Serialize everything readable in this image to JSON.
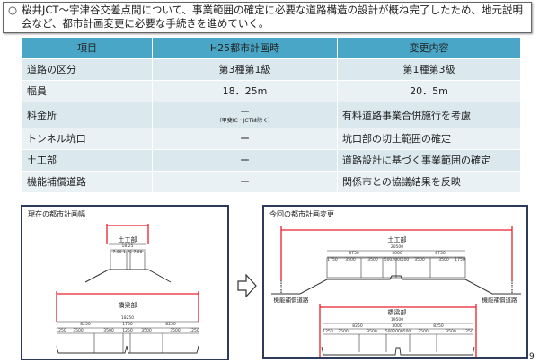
{
  "summary": {
    "bullet": "○",
    "text": "桜井JCT～宇津谷交差点間について、事業範囲の確定に必要な道路構造の設計が概ね完了したため、地元説明会など、都市計画変更に必要な手続きを進めていく。"
  },
  "table": {
    "headers": [
      "項目",
      "H25都市計画時",
      "変更内容"
    ],
    "rows": [
      {
        "item": "道路の区分",
        "before": "第3種第1級",
        "after": "第1種第3級"
      },
      {
        "item": "幅員",
        "before": "18．25m",
        "after": "20．5m"
      },
      {
        "item": "料金所",
        "before": "ー",
        "before_note": "（甲斐IC・JCTは除く）",
        "after": "有料道路事業合併施行を考慮"
      },
      {
        "item": "トンネル坑口",
        "before": "ー",
        "after": "坑口部の切土範囲の確定"
      },
      {
        "item": "土工部",
        "before": "ー",
        "after": "道路設計に基づく事業範囲の確定"
      },
      {
        "item": "機能補償道路",
        "before": "ー",
        "after": "関係市との協議結果を反映"
      }
    ]
  },
  "left_panel": {
    "title": "現在の都市計画幅",
    "earthwork": "土工部",
    "earthwork_width": "18.25",
    "earthwork_dims": "7.00 1.75 7.00",
    "bridge": "橋梁部",
    "bridge_width": "18250",
    "bridge_halves": [
      "8250",
      "1750",
      "8250"
    ],
    "bridge_lanes": [
      "1250",
      "3500",
      "3500",
      "1250",
      "3500",
      "3500",
      "1250"
    ]
  },
  "right_panel": {
    "title": "今回の都市計画変更",
    "earthwork": "土工部",
    "earthwork_width": "20500",
    "earthwork_halves": [
      "8750",
      "3000",
      "8750"
    ],
    "earthwork_lanes": [
      "1750",
      "3500",
      "3500",
      "500",
      "2000",
      "500",
      "3500",
      "3500",
      "1750"
    ],
    "side_road_left": "機能補償道路",
    "side_road_right": "機能補償道路",
    "bridge": "橋梁部",
    "bridge_width": "19500",
    "bridge_halves": [
      "8250",
      "3000",
      "8250"
    ],
    "bridge_lanes": [
      "1250",
      "3500",
      "3500",
      "500",
      "2000",
      "500",
      "3500",
      "3500",
      "1250"
    ]
  },
  "page_number": "9",
  "colors": {
    "header": "#4aa6c6",
    "red": "#e8202a",
    "frame": "#2d3a5a"
  }
}
